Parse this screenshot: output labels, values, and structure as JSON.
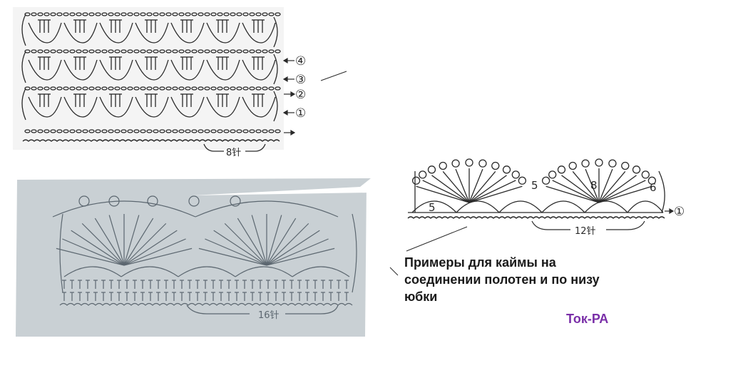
{
  "caption": {
    "line1": "Примеры для каймы на",
    "line2": "соединении полотен и по низу",
    "line3": "юбки"
  },
  "author": "Ток-РА",
  "diagram1": {
    "row_markers": [
      "④",
      "③",
      "②",
      "①"
    ],
    "repeat_label": "8针"
  },
  "diagram2": {
    "row_marker": "①",
    "repeat_label": "12针",
    "chain_counts": [
      "5",
      "5",
      "8",
      "6"
    ]
  },
  "diagram3": {
    "repeat_label": "16针"
  },
  "colors": {
    "ink": "#2a2a2a",
    "photo_bg": "#c9d0d4",
    "author": "#7a2fa8"
  }
}
